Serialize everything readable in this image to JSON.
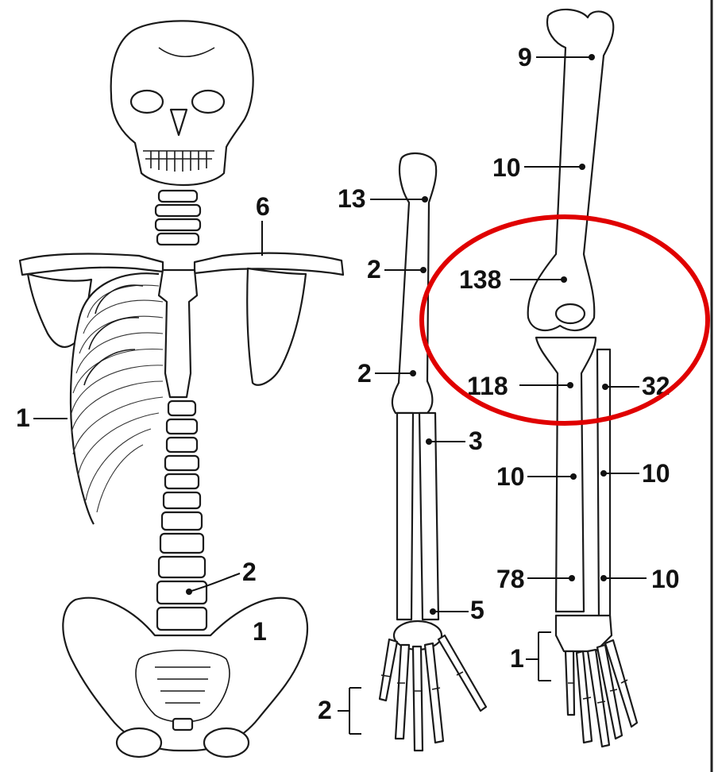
{
  "labels": {
    "rib_count": "1",
    "clavicle_count": "6",
    "vertebra_count": "2",
    "pelvis_count": "1",
    "humerus_top": "13",
    "humerus_mid": "2",
    "humerus_low": "2",
    "ulna": "3",
    "radius_low": "5",
    "hand": "2",
    "femur_top": "9",
    "femur_mid": "10",
    "femur_knee": "138",
    "tibia_top": "118",
    "fibula_top": "32",
    "tibia_mid": "10",
    "fibula_mid": "10",
    "tibia_low": "78",
    "fibula_low": "10",
    "foot": "1"
  },
  "colors": {
    "highlight_ring": "#e00000",
    "ink": "#111111"
  }
}
